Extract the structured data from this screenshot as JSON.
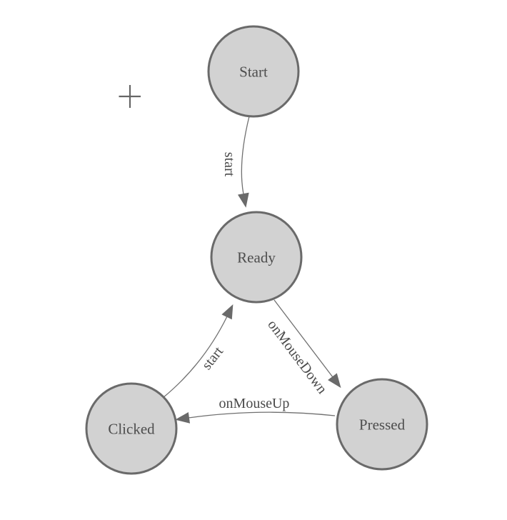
{
  "colors": {
    "background": "#ffffff",
    "node_fill": "#d2d2d2",
    "node_stroke": "#6a6a6a",
    "node_label": "#4d4d4d",
    "edge_stroke": "#707070",
    "edge_label": "#4a4a4a",
    "arrow_fill": "#6a6a6a",
    "origin_cross": "#666666"
  },
  "nodes": [
    {
      "id": "start",
      "label": "Start"
    },
    {
      "id": "ready",
      "label": "Ready"
    },
    {
      "id": "pressed",
      "label": "Pressed"
    },
    {
      "id": "clicked",
      "label": "Clicked"
    }
  ],
  "edges": [
    {
      "from": "start",
      "to": "ready",
      "label": "start"
    },
    {
      "from": "ready",
      "to": "pressed",
      "label": "onMouseDown"
    },
    {
      "from": "pressed",
      "to": "clicked",
      "label": "onMouseUp"
    },
    {
      "from": "clicked",
      "to": "ready",
      "label": "start"
    }
  ]
}
